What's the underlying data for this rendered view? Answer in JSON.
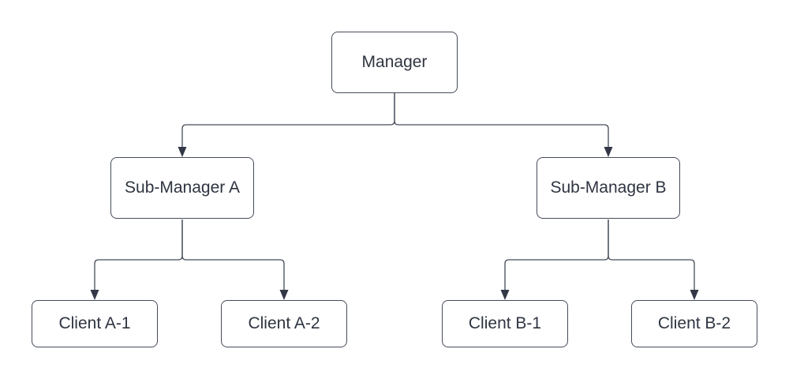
{
  "diagram": {
    "type": "org-chart",
    "colors": {
      "background": "#ffffff",
      "node_fill": "#ffffff",
      "node_border": "#454c59",
      "line": "#454c59",
      "arrow": "#323845",
      "text": "#2e3440"
    },
    "nodes": {
      "manager": {
        "label": "Manager"
      },
      "sub_manager_a": {
        "label": "Sub-Manager A"
      },
      "sub_manager_b": {
        "label": "Sub-Manager B"
      },
      "client_a1": {
        "label": "Client A-1"
      },
      "client_a2": {
        "label": "Client A-2"
      },
      "client_b1": {
        "label": "Client B-1"
      },
      "client_b2": {
        "label": "Client B-2"
      }
    },
    "edges": [
      {
        "from": "Manager",
        "to": "Sub-Manager A",
        "arrow": "target"
      },
      {
        "from": "Manager",
        "to": "Sub-Manager B",
        "arrow": "target"
      },
      {
        "from": "Sub-Manager A",
        "to": "Client A-1",
        "arrow": "target"
      },
      {
        "from": "Sub-Manager A",
        "to": "Client A-2",
        "arrow": "target"
      },
      {
        "from": "Sub-Manager B",
        "to": "Client B-1",
        "arrow": "target"
      },
      {
        "from": "Sub-Manager B",
        "to": "Client B-2",
        "arrow": "target"
      }
    ]
  }
}
